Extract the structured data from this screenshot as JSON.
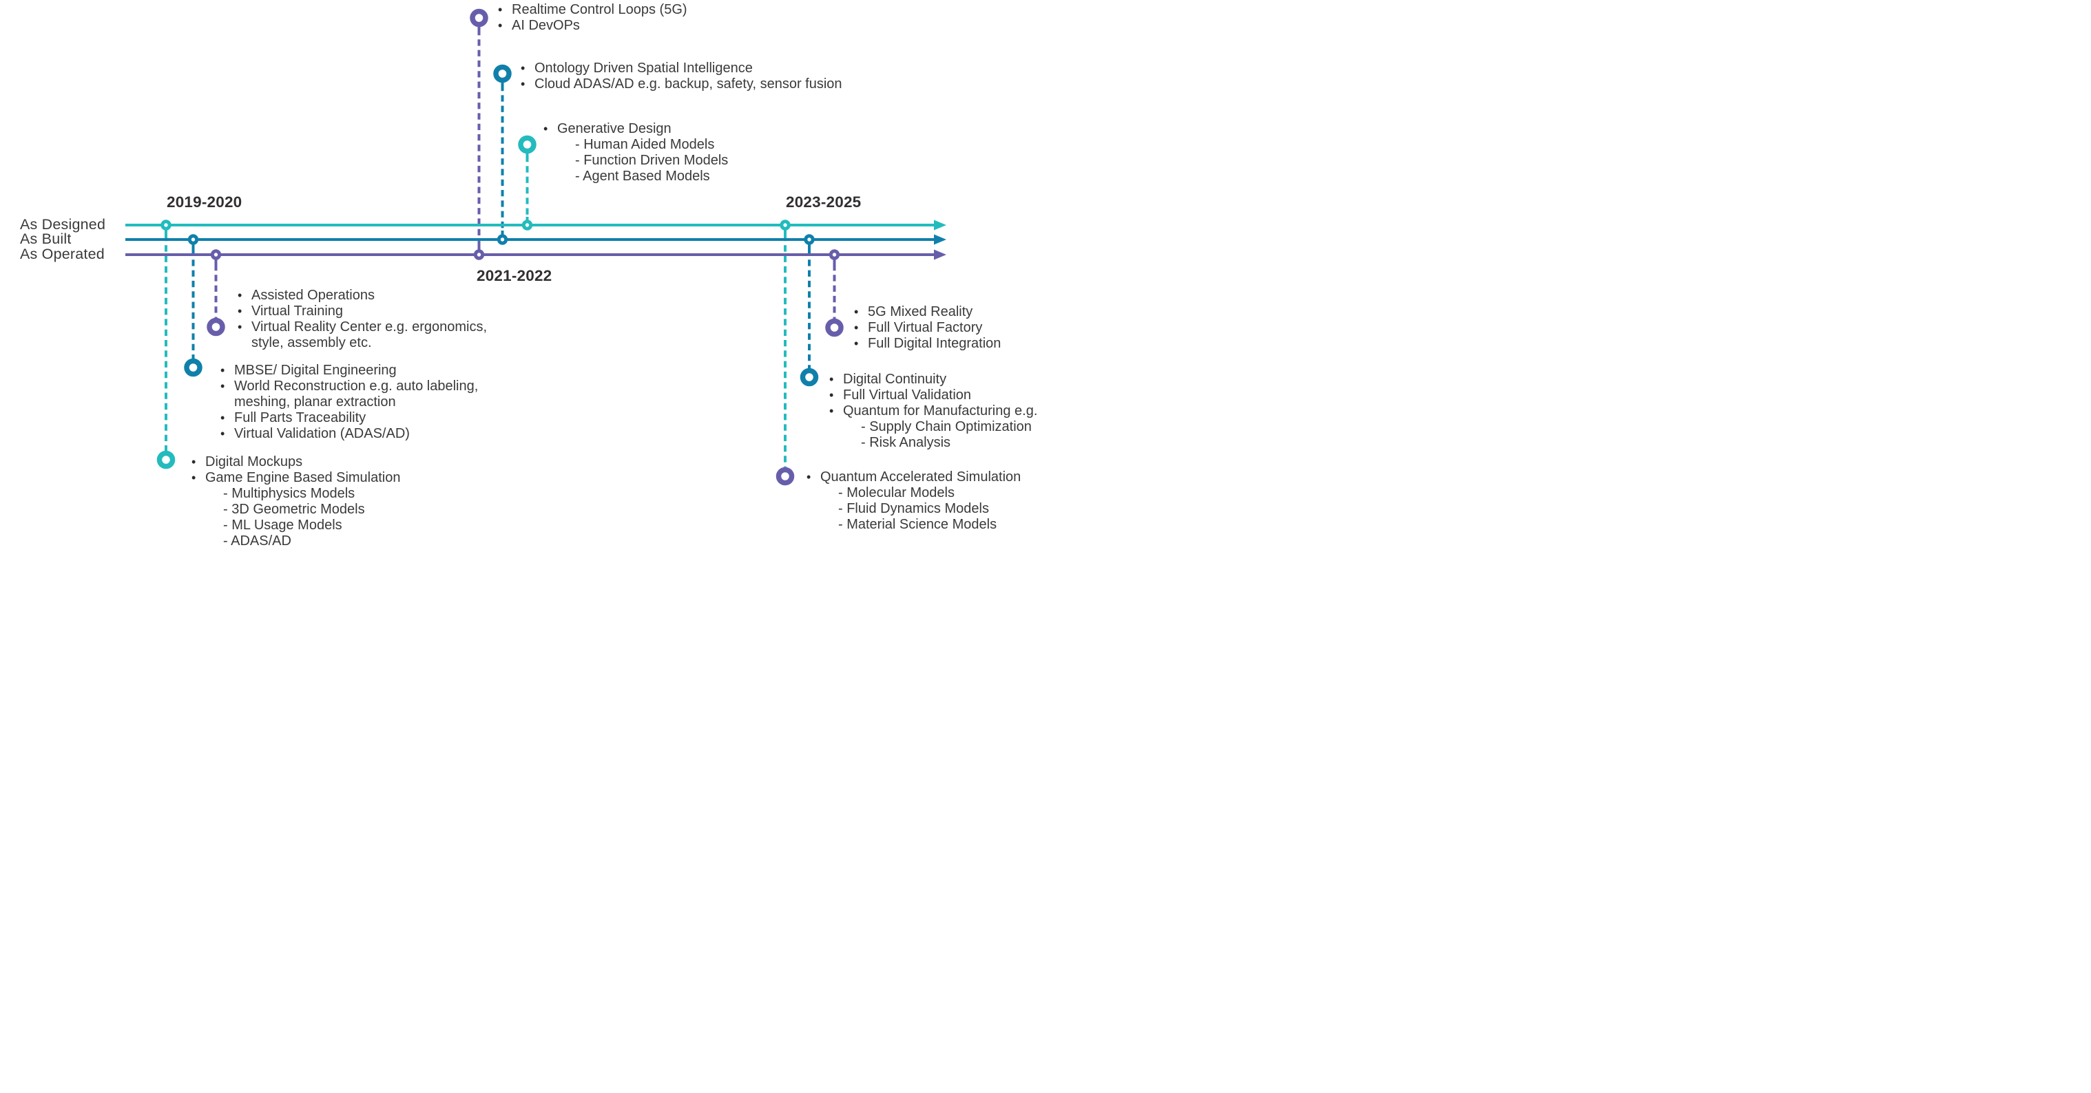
{
  "glyphs": {
    "bullet": "•"
  },
  "colors": {
    "as_designed": "#23BBBE",
    "as_built": "#1080AB",
    "as_operated": "#675EAB",
    "text": "#3A3A3A",
    "heading": "#332F31",
    "bullet": "#2B2B2B"
  },
  "lanes": [
    {
      "id": "as-designed",
      "label": "As Designed"
    },
    {
      "id": "as-built",
      "label": "As Built"
    },
    {
      "id": "as-operated",
      "label": "As Operated"
    }
  ],
  "periods": [
    {
      "id": "period-2019-2020",
      "label": "2019-2020"
    },
    {
      "id": "period-2021-2022",
      "label": "2021-2022"
    },
    {
      "id": "period-2023-2025",
      "label": "2023-2025"
    }
  ],
  "milestones": [
    {
      "id": "realtime-control-loops",
      "lane": "As Operated",
      "period": "2021-2022",
      "items": [
        {
          "kind": "bullet",
          "text": "Realtime Control Loops (5G)"
        },
        {
          "kind": "bullet",
          "text": "AI DevOPs"
        }
      ]
    },
    {
      "id": "ontology-spatial-intelligence",
      "lane": "As Built",
      "period": "2021-2022",
      "items": [
        {
          "kind": "bullet",
          "text": "Ontology Driven Spatial Intelligence"
        },
        {
          "kind": "bullet",
          "text": "Cloud ADAS/AD e.g. backup, safety, sensor fusion"
        }
      ]
    },
    {
      "id": "generative-design",
      "lane": "As Designed",
      "period": "2021-2022",
      "items": [
        {
          "kind": "bullet",
          "text": "Generative Design"
        },
        {
          "kind": "sub",
          "text": "- Human Aided Models"
        },
        {
          "kind": "sub",
          "text": "- Function Driven Models"
        },
        {
          "kind": "sub",
          "text": "- Agent Based Models"
        }
      ]
    },
    {
      "id": "assisted-operations",
      "lane": "As Operated",
      "period": "2019-2020",
      "items": [
        {
          "kind": "bullet",
          "text": "Assisted Operations"
        },
        {
          "kind": "bullet",
          "text": "Virtual Training"
        },
        {
          "kind": "bullet",
          "text": "Virtual Reality Center e.g. ergonomics,"
        },
        {
          "kind": "cont",
          "text": "style, assembly etc."
        }
      ]
    },
    {
      "id": "mbse-digital-engineering",
      "lane": "As Built",
      "period": "2019-2020",
      "items": [
        {
          "kind": "bullet",
          "text": "MBSE/ Digital Engineering"
        },
        {
          "kind": "bullet",
          "text": "World Reconstruction e.g. auto labeling,"
        },
        {
          "kind": "cont",
          "text": "meshing, planar extraction"
        },
        {
          "kind": "bullet",
          "text": "Full Parts Traceability"
        },
        {
          "kind": "bullet",
          "text": "Virtual Validation (ADAS/AD)"
        }
      ]
    },
    {
      "id": "digital-mockups",
      "lane": "As Designed",
      "period": "2019-2020",
      "items": [
        {
          "kind": "bullet",
          "text": "Digital Mockups"
        },
        {
          "kind": "bullet",
          "text": "Game Engine Based Simulation"
        },
        {
          "kind": "sub",
          "text": "- Multiphysics Models"
        },
        {
          "kind": "sub",
          "text": "- 3D Geometric Models"
        },
        {
          "kind": "sub",
          "text": "- ML Usage Models"
        },
        {
          "kind": "sub",
          "text": "- ADAS/AD"
        }
      ]
    },
    {
      "id": "5g-mixed-reality",
      "lane": "As Operated",
      "period": "2023-2025",
      "items": [
        {
          "kind": "bullet",
          "text": "5G Mixed Reality"
        },
        {
          "kind": "bullet",
          "text": "Full Virtual Factory"
        },
        {
          "kind": "bullet",
          "text": "Full Digital Integration"
        }
      ]
    },
    {
      "id": "digital-continuity",
      "lane": "As Built",
      "period": "2023-2025",
      "items": [
        {
          "kind": "bullet",
          "text": "Digital Continuity"
        },
        {
          "kind": "bullet",
          "text": "Full Virtual Validation"
        },
        {
          "kind": "bullet",
          "text": "Quantum for Manufacturing e.g."
        },
        {
          "kind": "sub",
          "text": "- Supply Chain Optimization"
        },
        {
          "kind": "sub",
          "text": "- Risk Analysis"
        }
      ]
    },
    {
      "id": "quantum-accelerated-simulation",
      "lane": "As Designed",
      "period": "2023-2025",
      "items": [
        {
          "kind": "bullet",
          "text": "Quantum Accelerated Simulation"
        },
        {
          "kind": "sub",
          "text": "- Molecular Models"
        },
        {
          "kind": "sub",
          "text": "- Fluid Dynamics Models"
        },
        {
          "kind": "sub",
          "text": "- Material Science Models"
        }
      ]
    }
  ]
}
